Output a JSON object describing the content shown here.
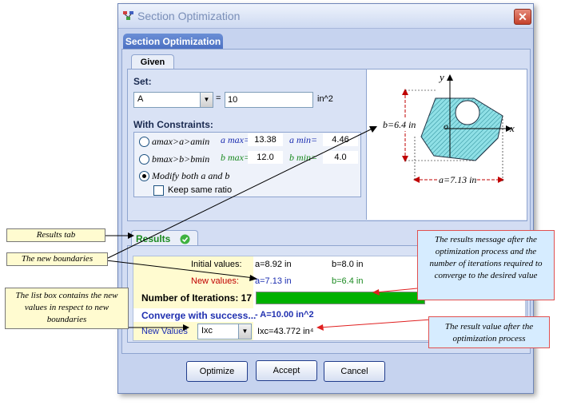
{
  "window": {
    "title": "Section Optimization",
    "close_glyph": "✕"
  },
  "main_tab": {
    "label": "Section Optimization"
  },
  "given": {
    "tab_label": "Given",
    "set_label": "Set:",
    "set_select": "A",
    "equals": "=",
    "set_value": "10",
    "unit": "in^2",
    "constraints_label": "With Constraints:",
    "option1": "amax>a>amin",
    "option2": "bmax>b>bmin",
    "option3": "Modify both a and b",
    "a_max_label": "a max=",
    "a_max_value": "13.38",
    "a_min_label": "a min=",
    "a_min_value": "4.46",
    "b_max_label": "b max=",
    "b_max_value": "12.0",
    "b_min_label": "b min=",
    "b_min_value": "4.0",
    "keep_ratio_label": "Keep same ratio"
  },
  "diagram": {
    "y": "y",
    "x": "x",
    "o": "o",
    "b_dim": "b=6.4 in",
    "a_dim": "a=7.13 in"
  },
  "results": {
    "tab_label": "Results",
    "initial_label": "Initial values:",
    "initial_a": "a=8.92 in",
    "initial_b": "b=8.0 in",
    "new_label": "New values:",
    "new_a": "a=7.13 in",
    "new_b": "b=6.4 in",
    "iterations_label": "Number of Iterations: 17",
    "converge_label": "Converge with success...",
    "converge_value": "- A=10.00 in^2",
    "new_values_label": "New Values",
    "new_values_select": "Ixc",
    "new_values_result": "Ixc=43.772  in⁴"
  },
  "buttons": {
    "optimize": "Optimize",
    "accept": "Accept",
    "cancel": "Cancel"
  },
  "callouts": {
    "results_tab": "Results tab",
    "new_boundaries": "The new boundaries",
    "list_box": "The list box contains the new values in respect to new boundaries",
    "results_message": "The results message after the optimization process and the number of iterations required to converge to the desired value",
    "result_value": "The result value after the optimization process"
  },
  "colors": {
    "title_text": "#7a8fb8",
    "accent_tab": "#4a6fc2",
    "progress": "#00b000",
    "new_values": "#c00000",
    "converge": "#2030b0",
    "callout_yellow": "#fffbd0",
    "callout_blue": "#d6ecff"
  }
}
